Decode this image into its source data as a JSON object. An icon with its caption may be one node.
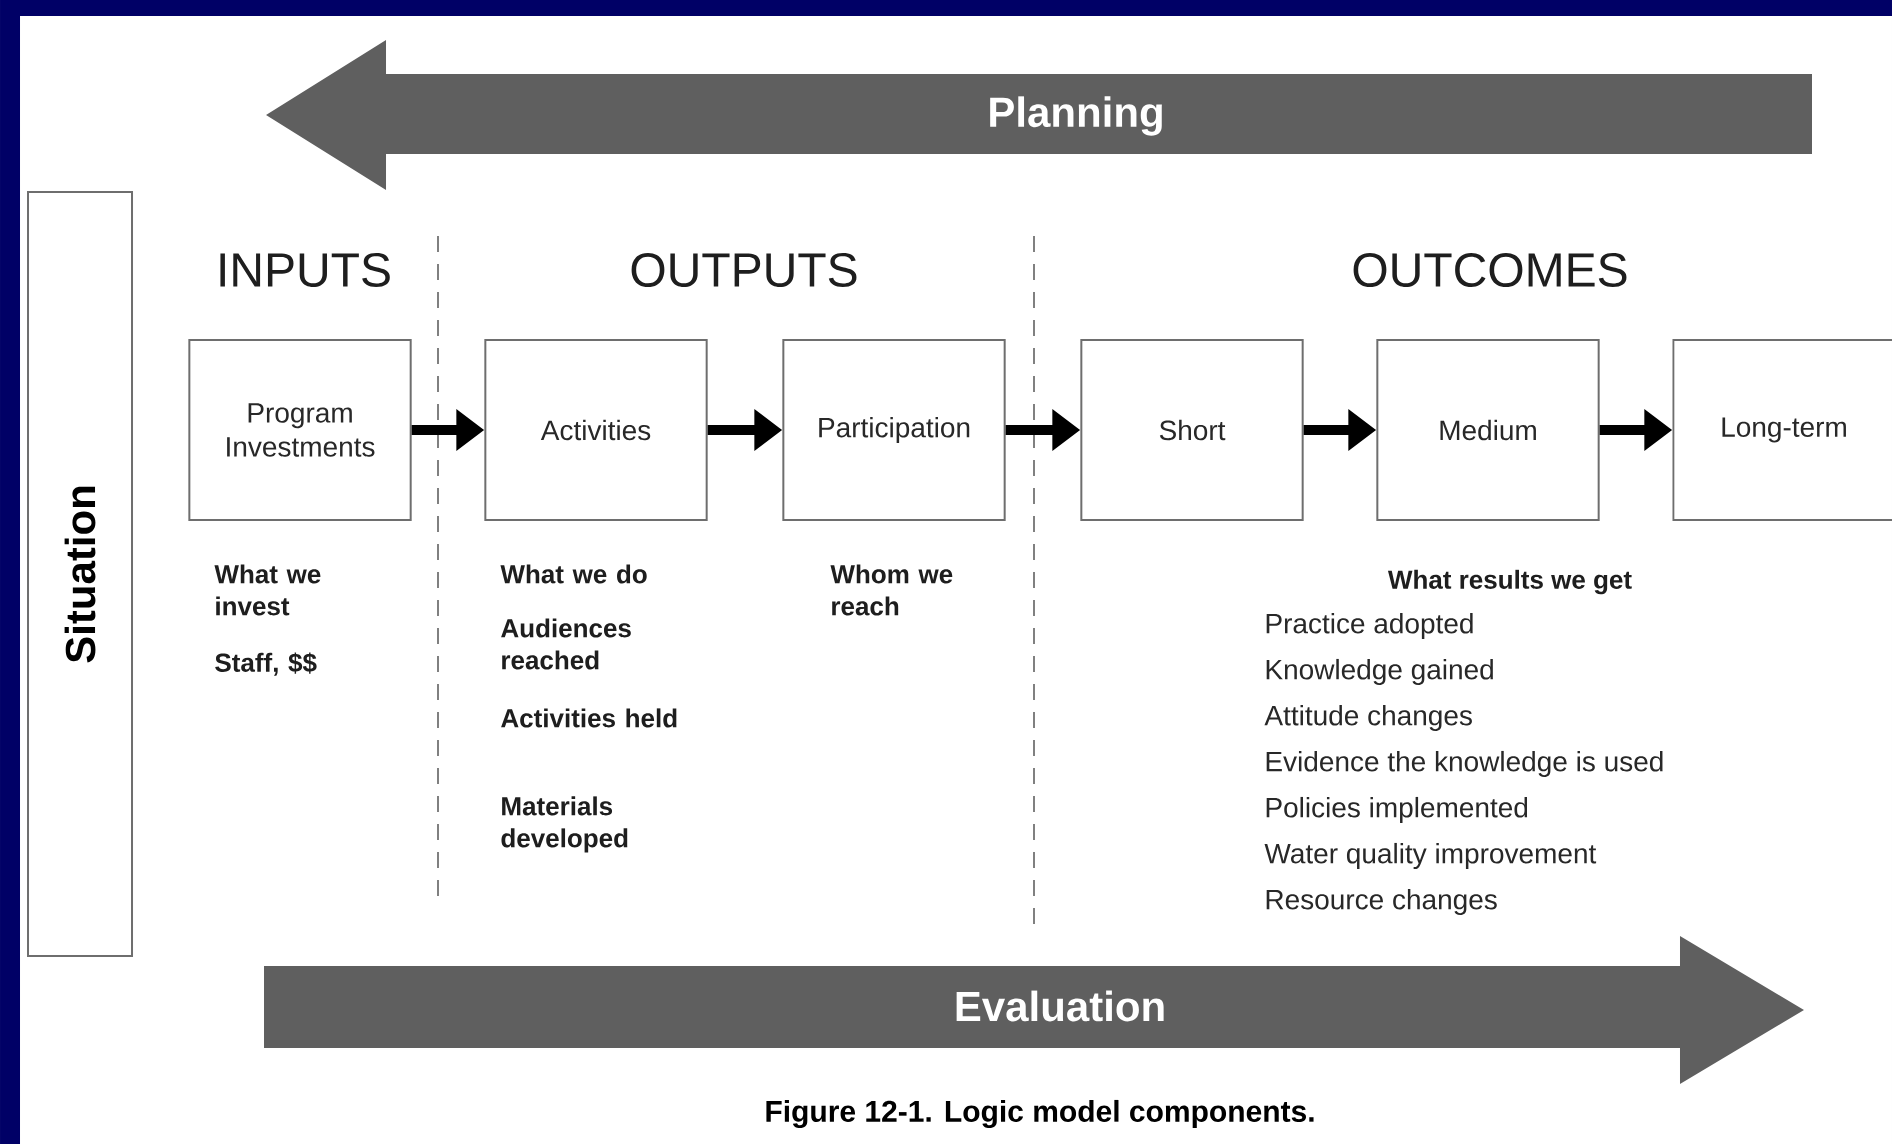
{
  "diagram": {
    "caption": "Figure 12-1. Logic model components.",
    "nodes": [
      {
        "text": [
          "Planning"
        ]
      },
      {
        "text": [
          "Situation"
        ]
      },
      {
        "text": [
          "Program Investments"
        ],
        "beside": [
          "What we invest",
          "Staff, $$"
        ]
      },
      {
        "text": [
          "Activities"
        ],
        "beside": [
          "What we do",
          "Audiences reached",
          "Activities held",
          "Materials developed"
        ]
      },
      {
        "text": [
          "Participation"
        ],
        "beside": [
          "Whom we reach"
        ]
      },
      {
        "text": [
          "Short"
        ]
      },
      {
        "text": [
          "Medium"
        ]
      },
      {
        "text": [
          "Long-term"
        ]
      },
      {
        "text": [
          "Evaluation"
        ]
      }
    ],
    "edges": [
      {
        "from": 2,
        "to": 3,
        "arrow": "to"
      },
      {
        "from": 3,
        "to": 4,
        "arrow": "to"
      },
      {
        "from": 4,
        "to": 5,
        "arrow": "to"
      },
      {
        "from": 5,
        "to": 6,
        "arrow": "to"
      },
      {
        "from": 6,
        "to": 7,
        "arrow": "to"
      }
    ],
    "labels": [
      "INPUTS",
      "OUTPUTS",
      "OUTCOMES",
      "What results we get",
      "Practice adopted",
      "Knowledge gained",
      "Attitude changes",
      "Evidence the knowledge is used",
      "Policies implemented",
      "Water quality improvement",
      "Resource changes"
    ]
  }
}
